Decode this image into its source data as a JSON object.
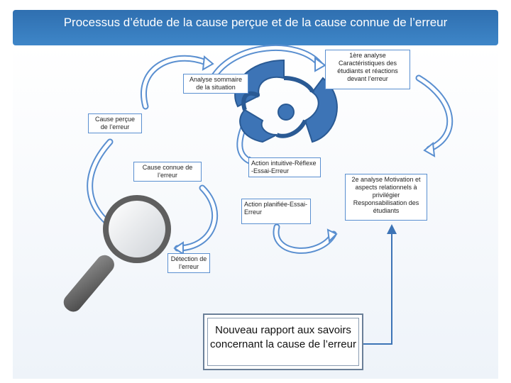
{
  "title": "Processus d’étude de la cause perçue et de la cause connue de l’erreur",
  "nodes": {
    "analyse_sommaire": "Analyse sommaire de la situation",
    "first_analysis_line1": "1ère analyse",
    "first_analysis_line2": "Caractéristiques des étudiants et réactions devant l’erreur",
    "cause_percue": "Cause perçue de l’erreur",
    "cause_connue": "Cause connue de l’erreur",
    "action_intuitive": "Action intuitive-Réflexe -Essai-Erreur",
    "second_analysis": "2e analyse Motivation et aspects relationnels à privilégier Responsabilisation des étudiants",
    "action_planifiee": "Action planifiée-Essai-Erreur",
    "detection": "Détection de l’erreur",
    "nouveau_rapport": "Nouveau rapport aux savoirs concernant la cause de l’erreur"
  },
  "colors": {
    "header": "#3e86c8",
    "box_border": "#5a8fd0",
    "arrow_fill": "#ffffff",
    "arrow_stroke": "#5a8fd0",
    "center_shape": "#3d74b6"
  },
  "icons": [
    "magnifying-glass-icon",
    "recycle-arrows-icon"
  ]
}
